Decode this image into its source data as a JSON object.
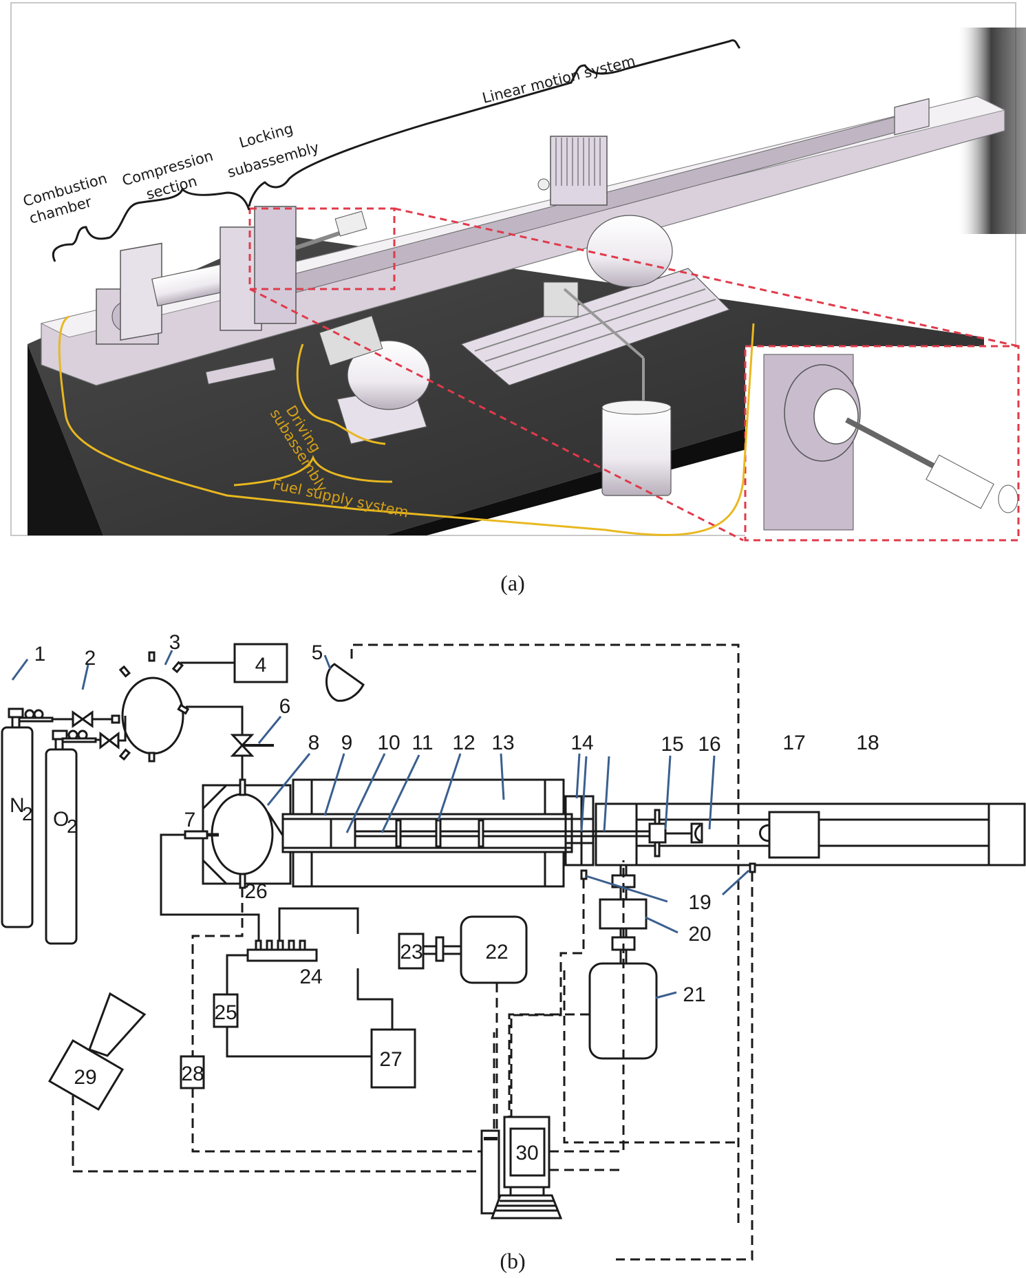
{
  "panel_a": {
    "caption": "(a)",
    "labels": {
      "combustion_chamber": [
        "Combustion",
        "chamber"
      ],
      "compression_section": [
        "Compression",
        "section"
      ],
      "locking_subassembly": [
        "Locking",
        "subassembly"
      ],
      "linear_motion_system": "Linear motion system",
      "driving_subassembly": [
        "Driving",
        "subassembly"
      ],
      "fuel_supply_system": "Fuel supply system"
    },
    "colors": {
      "machine": "#d9d0dc",
      "base": "#1e1e1e",
      "highlight_box": "#e03a4a",
      "fuel_line": "#e8b820"
    }
  },
  "panel_b": {
    "caption": "(b)",
    "gas_labels": {
      "n2": "N",
      "n2_sub": "2",
      "o2": "O",
      "o2_sub": "2"
    },
    "callouts": [
      "1",
      "2",
      "3",
      "4",
      "5",
      "6",
      "7",
      "8",
      "9",
      "10",
      "11",
      "12",
      "13",
      "14",
      "15",
      "16",
      "17",
      "18",
      "19",
      "20",
      "21",
      "22",
      "23",
      "24",
      "25",
      "26",
      "27",
      "28",
      "29",
      "30"
    ],
    "colors": {
      "lines": "#1a1a1a",
      "leaders": "#3a5f8f"
    }
  }
}
